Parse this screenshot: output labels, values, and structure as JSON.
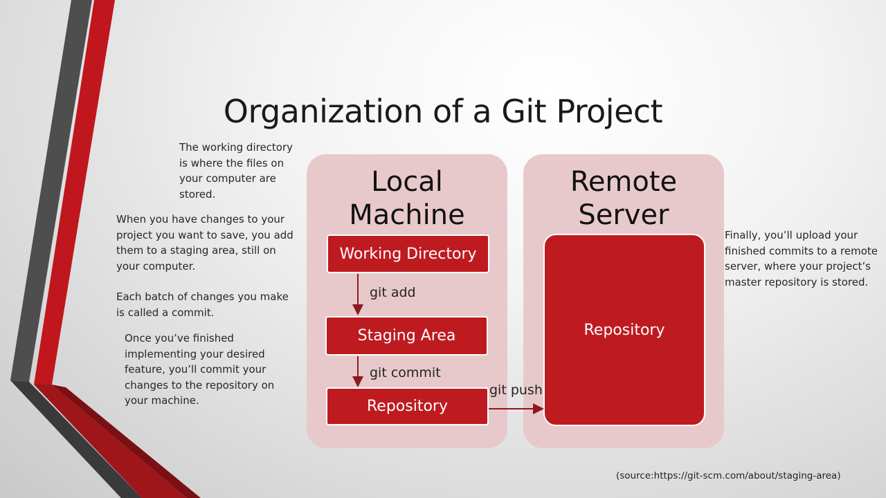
{
  "slide": {
    "title": "Organization of a Git Project",
    "source": "(source:https://git-scm.com/about/staging-area)"
  },
  "notes": {
    "working_directory": "The working directory is where the files on your computer are stored.",
    "staging": "When you have changes to your project you want to save, you add them to a staging area, still on your computer.",
    "commit_batch": "Each batch of changes you make is called a commit.",
    "finish": "Once you’ve finished implementing your desired feature, you’ll commit your changes to the repository on your machine.",
    "upload": "Finally, you’ll upload your finished commits to a remote server, where your project’s master repository is stored."
  },
  "local_panel": {
    "title": "Local Machine",
    "boxes": [
      "Working Directory",
      "Staging Area",
      "Repository"
    ]
  },
  "remote_panel": {
    "title": "Remote Server",
    "box": "Repository"
  },
  "commands": {
    "add": "git add",
    "commit": "git commit",
    "push": "git push"
  },
  "colors": {
    "accent_red": "#be1b20",
    "panel_pink": "#e8c9cb",
    "arrow": "#8b1a1f"
  }
}
